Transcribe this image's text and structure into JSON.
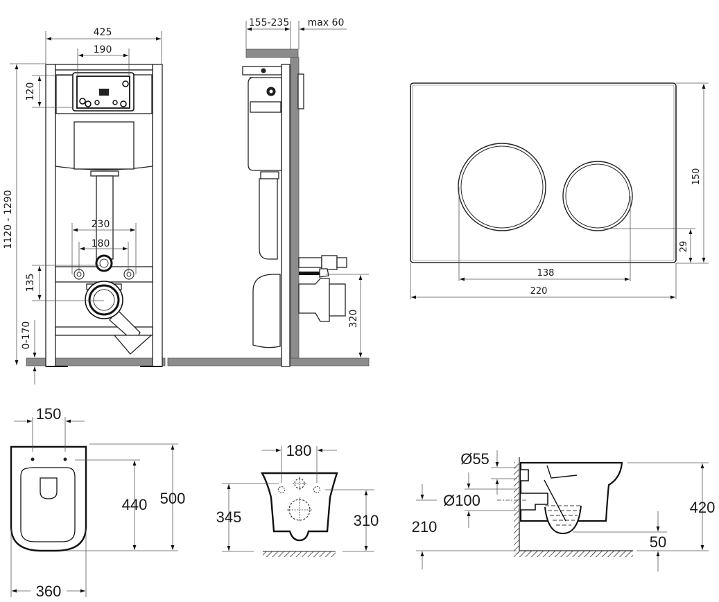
{
  "diagram": {
    "title": "Wall-hung toilet installation frame with flush plate and bowl – dimension drawing",
    "units": "mm",
    "colors": {
      "line": "#222222",
      "dimension": "#555555",
      "wall_fill": "#8c8c8c",
      "background": "#ffffff"
    },
    "frame_front_view": {
      "width_total": "425",
      "actuator_opening_width": "190",
      "actuator_opening_height": "120",
      "height_range": "1120 - 1290",
      "fixing_studs_outer": "230",
      "fixing_studs_inner": "180",
      "stud_to_outlet": "135",
      "foot_adjustment": "0-170"
    },
    "frame_side_view": {
      "depth_range": "155-235",
      "wall_finish_max": "max 60",
      "outlet_height": "320"
    },
    "flush_plate": {
      "height": "150",
      "width": "220",
      "button_span": "138",
      "button_bottom_offset": "29"
    },
    "bowl_top_view": {
      "seat_hinge_spacing": "150",
      "hinge_to_front": "440",
      "length": "500",
      "width": "360"
    },
    "bowl_back_view": {
      "bolt_spacing": "180",
      "top_height": "345",
      "bolt_height": "310"
    },
    "bowl_side_view": {
      "inlet_diameter": "Ø55",
      "outlet_diameter": "Ø100",
      "outlet_height": "210",
      "bowl_height": "420",
      "bottom_clearance": "50"
    }
  }
}
